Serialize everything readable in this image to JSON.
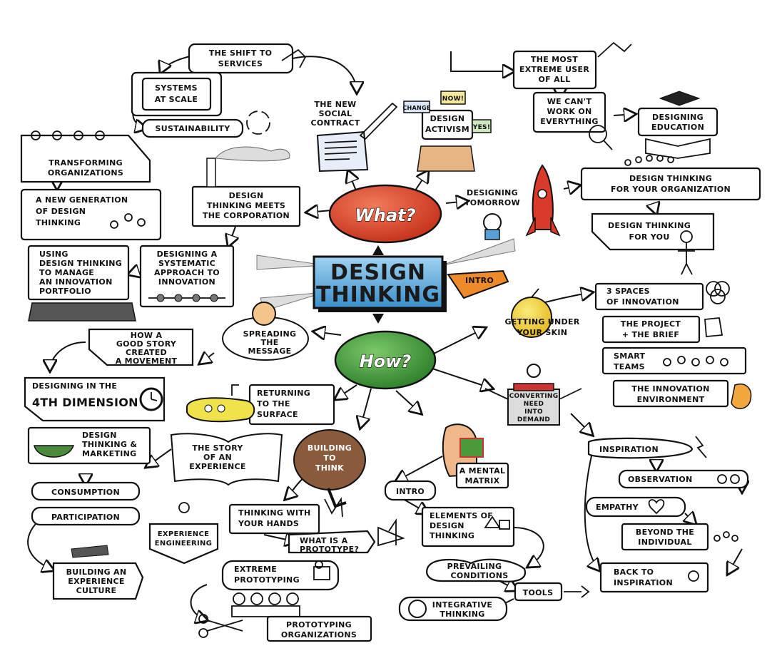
{
  "center": {
    "line1": "DESIGN",
    "line2": "THINKING"
  },
  "hubs": {
    "what": "What?",
    "how": "How?",
    "intro": "INTRO"
  },
  "nodes": {
    "shift_services": [
      "THE SHIFT TO",
      "SERVICES"
    ],
    "systems_scale": [
      "SYSTEMS",
      "AT SCALE"
    ],
    "sustainability": [
      "SUSTAINABILITY"
    ],
    "new_social_contract": [
      "THE NEW",
      "SOCIAL",
      "CONTRACT"
    ],
    "design_activism": [
      "DESIGN",
      "ACTIVISM"
    ],
    "activism_signs": [
      "NOW!",
      "CHANGE",
      "YES!"
    ],
    "most_extreme_user": [
      "THE MOST",
      "EXTREME USER",
      "OF ALL"
    ],
    "cant_work_everything": [
      "WE CAN'T",
      "WORK ON",
      "EVERYTHING"
    ],
    "designing_education": [
      "DESIGNING",
      "EDUCATION"
    ],
    "transforming_org": [
      "TRANSFORMING",
      "ORGANIZATIONS"
    ],
    "new_generation": [
      "A NEW GENERATION",
      "OF DESIGN",
      "THINKING"
    ],
    "meets_corporation": [
      "DESIGN",
      "THINKING MEETS",
      "THE CORPORATION"
    ],
    "designing_tomorrow": [
      "DESIGNING",
      "TOMORROW"
    ],
    "dt_your_org": [
      "DESIGN THINKING",
      "FOR YOUR ORGANIZATION"
    ],
    "dt_for_you": [
      "DESIGN THINKING",
      "FOR YOU"
    ],
    "innovation_portfolio": [
      "USING",
      "DESIGN THINKING",
      "TO MANAGE",
      "AN INNOVATION",
      "PORTFOLIO"
    ],
    "systematic_approach": [
      "DESIGNING A",
      "SYSTEMATIC",
      "APPROACH TO",
      "INNOVATION"
    ],
    "three_spaces": [
      "3 SPACES",
      "OF INNOVATION"
    ],
    "project_brief": [
      "THE PROJECT",
      "+ THE BRIEF"
    ],
    "smart_teams": [
      "SMART",
      "TEAMS"
    ],
    "innovation_env": [
      "THE INNOVATION",
      "ENVIRONMENT"
    ],
    "getting_under_skin": [
      "GETTING UNDER",
      "YOUR SKIN"
    ],
    "good_story": [
      "HOW A",
      "GOOD STORY",
      "CREATED",
      "A MOVEMENT"
    ],
    "spreading_message": [
      "SPREADING",
      "THE",
      "MESSAGE"
    ],
    "fourth_dimension": [
      "DESIGNING IN THE",
      "4TH DIMENSION"
    ],
    "returning_surface": [
      "RETURNING",
      "TO THE",
      "SURFACE"
    ],
    "converting_need": [
      "CONVERTING",
      "NEED",
      "INTO",
      "DEMAND"
    ],
    "dt_marketing": [
      "DESIGN",
      "THINKING &",
      "MARKETING"
    ],
    "story_experience": [
      "THE STORY",
      "OF AN",
      "EXPERIENCE"
    ],
    "building_to_think": [
      "BUILDING",
      "TO",
      "THINK"
    ],
    "mental_matrix": [
      "A MENTAL",
      "MATRIX"
    ],
    "inspiration": [
      "INSPIRATION"
    ],
    "observation": [
      "OBSERVATION"
    ],
    "empathy": [
      "EMPATHY"
    ],
    "beyond_individual": [
      "BEYOND THE",
      "INDIVIDUAL"
    ],
    "back_inspiration": [
      "BACK TO",
      "INSPIRATION"
    ],
    "consumption": [
      "CONSUMPTION"
    ],
    "participation": [
      "PARTICIPATION"
    ],
    "intro_small": [
      "INTRO"
    ],
    "elements_dt": [
      "ELEMENTS OF",
      "DESIGN",
      "THINKING"
    ],
    "thinking_hands": [
      "THINKING WITH",
      "YOUR HANDS"
    ],
    "what_prototype": [
      "WHAT IS A",
      "PROTOTYPE?"
    ],
    "experience_engineering": [
      "EXPERIENCE",
      "ENGINEERING"
    ],
    "extreme_prototyping": [
      "EXTREME",
      "PROTOTYPING"
    ],
    "prevailing_conditions": [
      "PREVAILING",
      "CONDITIONS"
    ],
    "tools": [
      "TOOLS"
    ],
    "building_culture": [
      "BUILDING AN",
      "EXPERIENCE",
      "CULTURE"
    ],
    "integrative_thinking": [
      "INTEGRATIVE",
      "THINKING"
    ],
    "prototyping_orgs": [
      "PROTOTYPING",
      "ORGANIZATIONS"
    ]
  },
  "colors": {
    "what_bubble": "#d8432c",
    "how_bubble": "#3f9a3a",
    "center_blue": "#4da3d8",
    "intro_orange": "#ee8a2c",
    "skin_yellow": "#f2d33a",
    "rocket_red": "#d93a2a",
    "sub_yellow": "#efe24a",
    "brain_brown": "#8a5a3c",
    "grid_green": "#4a9a3a",
    "grid_red": "#cc3333"
  }
}
